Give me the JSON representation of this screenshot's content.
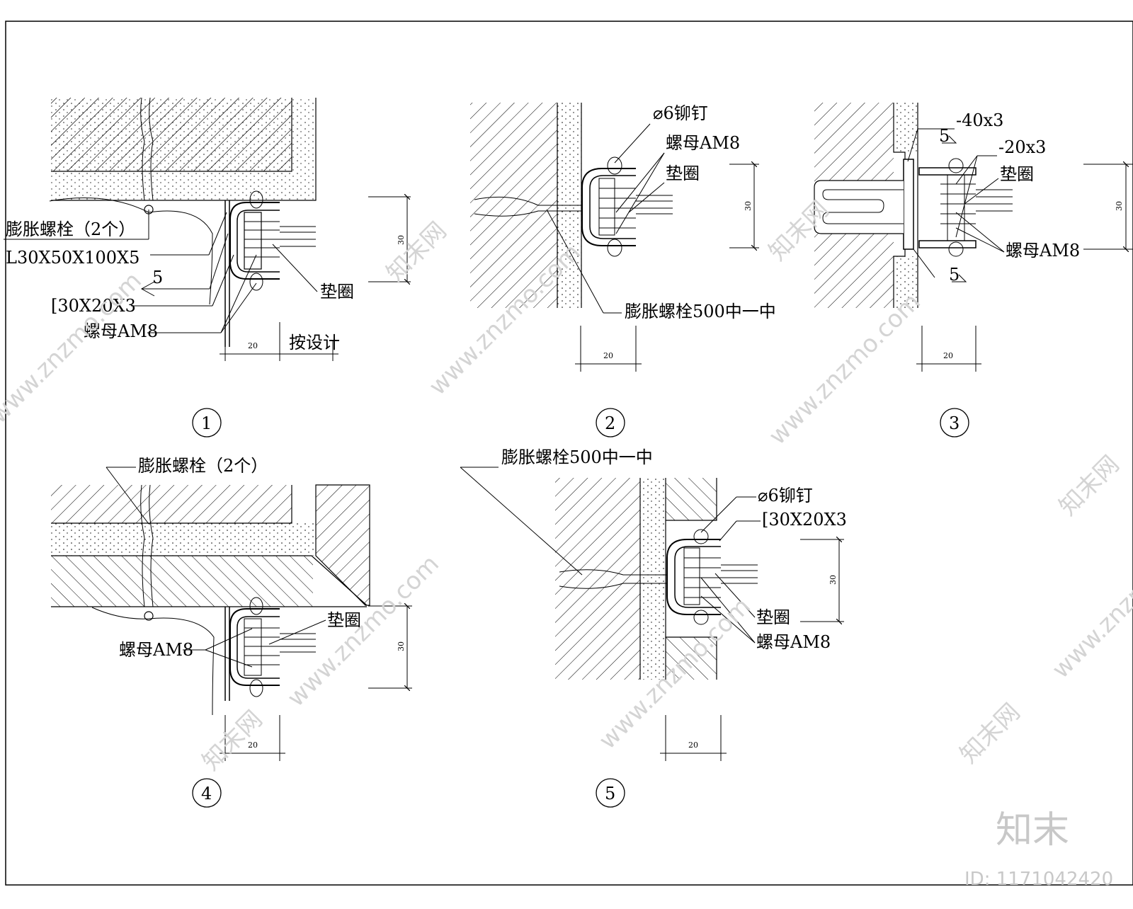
{
  "details": [
    {
      "number": "1",
      "labels": {
        "anchor_bolt": "膨胀螺栓（2个）",
        "angle": "L30X50X100X5",
        "weld": "5",
        "channel": "[30X20X3",
        "nut": "螺母AM8",
        "washer": "垫圈",
        "by_design": "按设计"
      },
      "dims": {
        "height": "30",
        "width": "20"
      }
    },
    {
      "number": "2",
      "labels": {
        "rivet": "⌀6铆钉",
        "nut": "螺母AM8",
        "washer": "垫圈",
        "anchor_bolt": "膨胀螺栓500中一中"
      },
      "dims": {
        "height": "30",
        "width": "20"
      }
    },
    {
      "number": "3",
      "labels": {
        "plate_a": "-40x3",
        "plate_b": "-20x3",
        "weld_top": "5",
        "weld_bottom": "5",
        "washer": "垫圈",
        "nut": "螺母AM8"
      },
      "dims": {
        "height": "30",
        "width": "20"
      }
    },
    {
      "number": "4",
      "labels": {
        "anchor_bolt": "膨胀螺栓（2个）",
        "washer": "垫圈",
        "nut": "螺母AM8"
      },
      "dims": {
        "height": "30",
        "width": "20"
      }
    },
    {
      "number": "5",
      "labels": {
        "anchor_bolt": "膨胀螺栓500中一中",
        "rivet": "⌀6铆钉",
        "channel": "[30X20X3",
        "washer": "垫圈",
        "nut": "螺母AM8"
      },
      "dims": {
        "height": "30",
        "width": "20"
      }
    }
  ],
  "watermark": {
    "site": "www.znzmo.com",
    "brand_cn": "知末网",
    "logo": "知末",
    "id": "ID: 1171042420"
  }
}
